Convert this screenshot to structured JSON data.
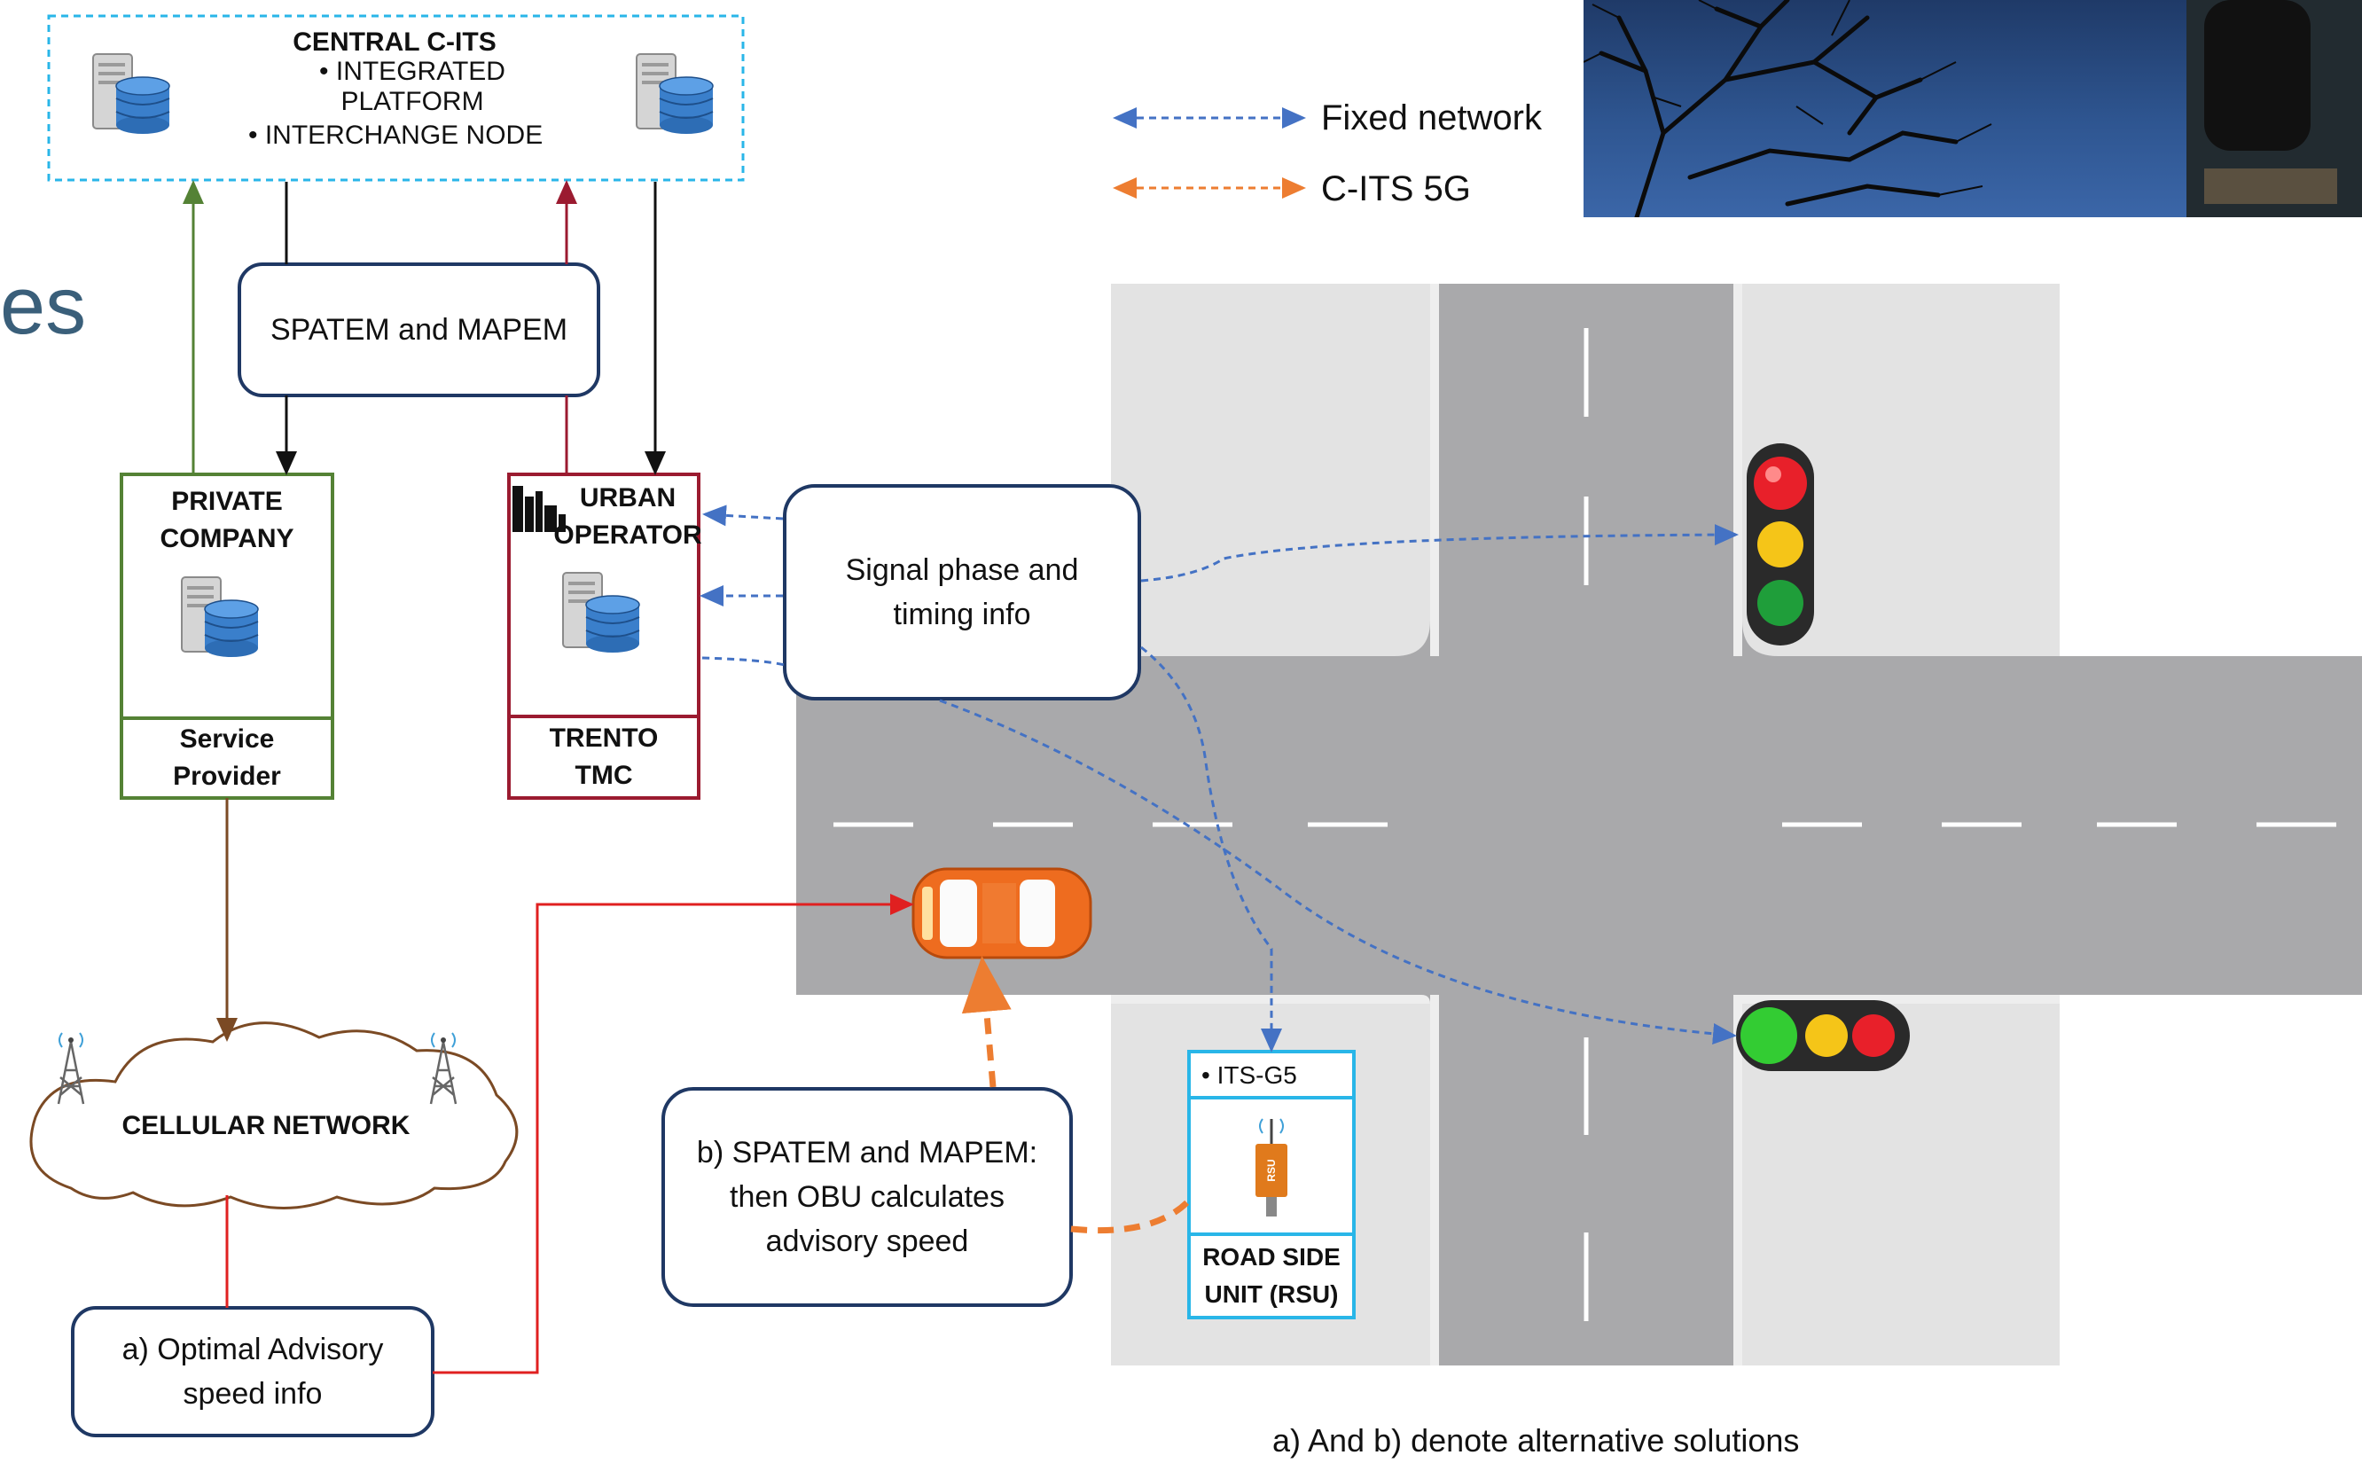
{
  "slide": {
    "title_fragment": "es"
  },
  "central": {
    "title": "CENTRAL C-ITS",
    "bullet1": "• INTEGRATED PLATFORM",
    "bullet2": "• INTERCHANGE NODE"
  },
  "spatem_top": "SPATEM and MAPEM",
  "private_company": {
    "title": "PRIVATE\nCOMPANY",
    "footer": "Service\nProvider"
  },
  "urban_operator": {
    "title": "URBAN\nOPERATOR",
    "footer": "TRENTO\nTMC"
  },
  "signal_box": "Signal phase and\ntiming info",
  "cellular": "CELLULAR NETWORK",
  "advisory_box": "a) Optimal Advisory\nspeed info",
  "obu_box": "b) SPATEM and MAPEM:\nthen OBU calculates\nadvisory speed",
  "rsu": {
    "tag": "• ITS-G5",
    "footer": "ROAD SIDE\nUNIT (RSU)",
    "device_label": "RSU"
  },
  "legend": {
    "fixed": "Fixed network",
    "cits": "C-ITS 5G"
  },
  "caption": "a) And b) denote alternative solutions",
  "colors": {
    "fixed_network": "#4472c4",
    "cits_5g": "#ed7d31",
    "central_border": "#29b6e8",
    "private_border": "#548235",
    "urban_border": "#9b1b30",
    "box_border": "#1f3864",
    "red_link": "#e02020",
    "brown_link": "#7b4a24",
    "road": "#a9a9ab",
    "sidewalk": "#e3e3e3"
  }
}
